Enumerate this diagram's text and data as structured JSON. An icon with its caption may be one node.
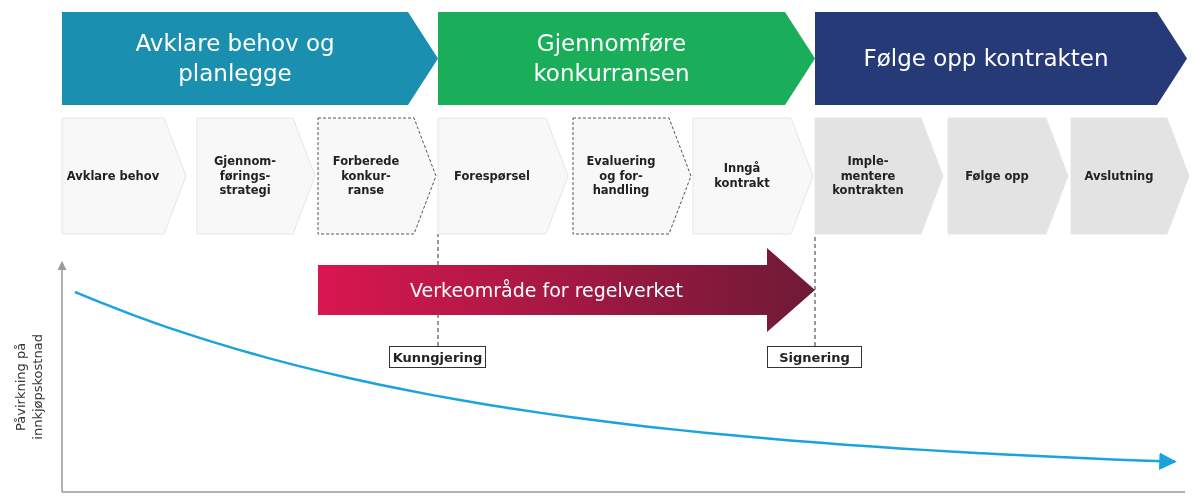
{
  "diagram": {
    "nodes": [
      {
        "text": [
          "Avklare behov og planlegge"
        ]
      },
      {
        "text": [
          "Gjennomføre konkurransen"
        ]
      },
      {
        "text": [
          "Følge opp kontrakten"
        ]
      },
      {
        "text": [
          "Avklare behov"
        ]
      },
      {
        "text": [
          "Gjennom- førings- strategi"
        ]
      },
      {
        "text": [
          "Forberede konkur- ranse"
        ]
      },
      {
        "text": [
          "Forespørsel"
        ]
      },
      {
        "text": [
          "Evaluering og for- handling"
        ]
      },
      {
        "text": [
          "Inngå kontrakt"
        ]
      },
      {
        "text": [
          "Imple- mentere kontrakten"
        ]
      },
      {
        "text": [
          "Følge opp"
        ]
      },
      {
        "text": [
          "Avslutning"
        ]
      },
      {
        "text": [
          "Verkeområde for regelverket"
        ]
      },
      {
        "text": [
          "Kunngjering"
        ]
      },
      {
        "text": [
          "Signering"
        ]
      }
    ],
    "edges": [
      {
        "from": 13,
        "to": 12,
        "arrow": "none",
        "style": "dashed"
      },
      {
        "from": 12,
        "to": 6,
        "arrow": "none",
        "style": "dashed"
      },
      {
        "from": 14,
        "to": 9,
        "arrow": "none",
        "style": "dashed"
      }
    ],
    "labels": [
      "Påvirkning på innkjøpskostnad"
    ]
  }
}
